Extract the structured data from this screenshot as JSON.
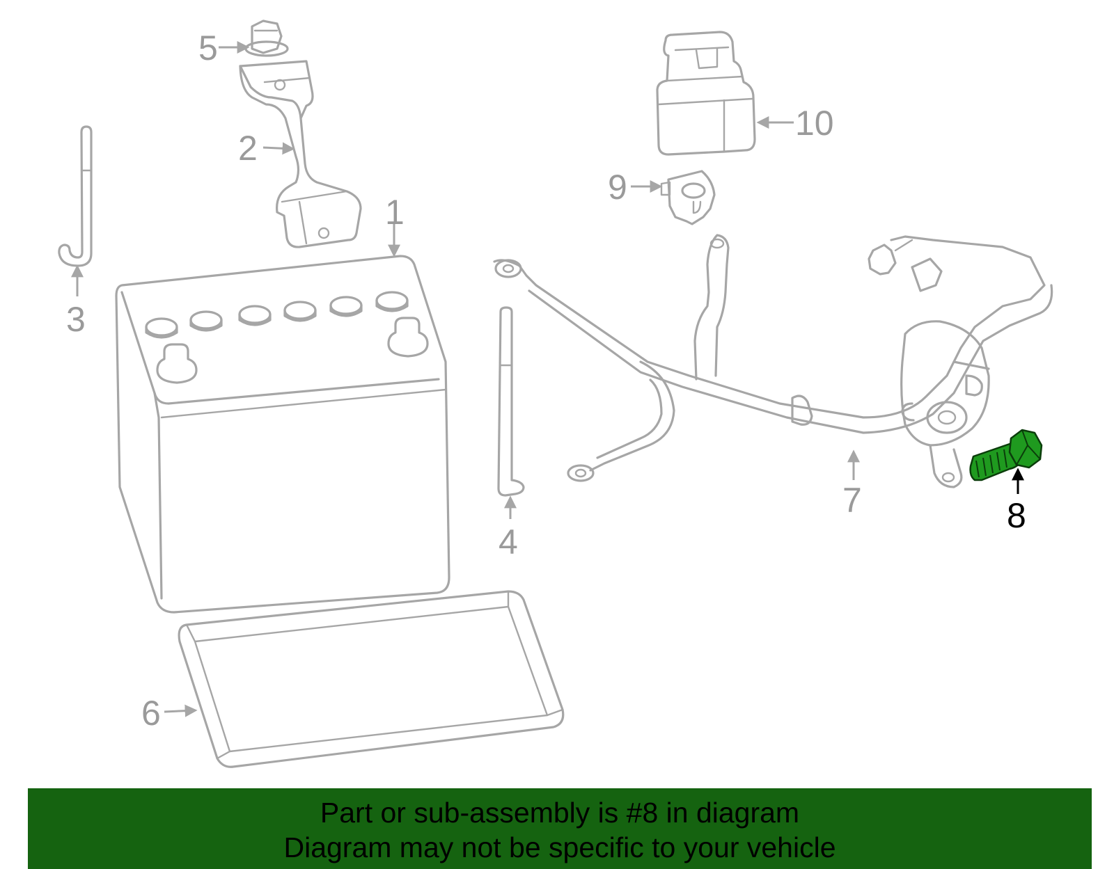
{
  "diagram": {
    "callouts": {
      "c1": "1",
      "c2": "2",
      "c3": "3",
      "c4": "4",
      "c5": "5",
      "c6": "6",
      "c7": "7",
      "c8": "8",
      "c9": "9",
      "c10": "10"
    },
    "highlighted_part": "8",
    "highlight_color": "#1f9a1f"
  },
  "banner": {
    "line1": "Part or sub-assembly is #8 in diagram",
    "line2": "Diagram may not be specific to your vehicle",
    "background_color": "#156310"
  }
}
